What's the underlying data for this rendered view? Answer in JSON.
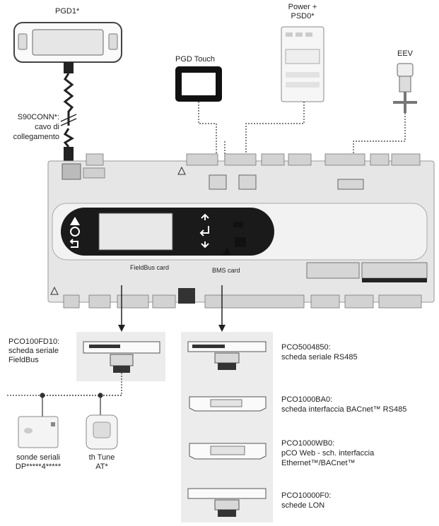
{
  "labels": {
    "pgd1": "PGD1*",
    "power": "Power +",
    "psd0": "PSD0*",
    "pgd_touch": "PGD Touch",
    "eev": "EEV",
    "cable_code": "S90CONN*:",
    "cable_l1": "cavo di",
    "cable_l2": "collegamento",
    "fieldbus_card": "FieldBus card",
    "bms_card": "BMS card",
    "fb_code": "PCO100FD10:",
    "fb_l1": "scheda seriale",
    "fb_l2": "FieldBus",
    "sensors_l1": "sonde seriali",
    "sensors_l2": "DP*****4*****",
    "thtune_l1": "th Tune",
    "thtune_l2": "AT*",
    "rs485_code": "PCO5004850:",
    "rs485_desc": "scheda seriale RS485",
    "bacnet_code": "PCO1000BA0:",
    "bacnet_desc": "scheda interfaccia  BACnet™ RS485",
    "pcoweb_code": "PCO1000WB0:",
    "pcoweb_l1": "pCO Web - sch. interfaccia",
    "pcoweb_l2": "Ethernet™/BACnet™",
    "lon_code": "PCO10000F0:",
    "lon_desc": "schede LON"
  },
  "colors": {
    "line": "#333333",
    "controller_body": "#e4e4e4",
    "panel_bg": "#ececec",
    "keypad": "#1a1a1a",
    "terminal": "#cfcfcf"
  },
  "icons": [
    "warning-icon",
    "alarm-icon",
    "program-icon",
    "escape-icon",
    "up-icon",
    "enter-icon",
    "down-icon"
  ]
}
